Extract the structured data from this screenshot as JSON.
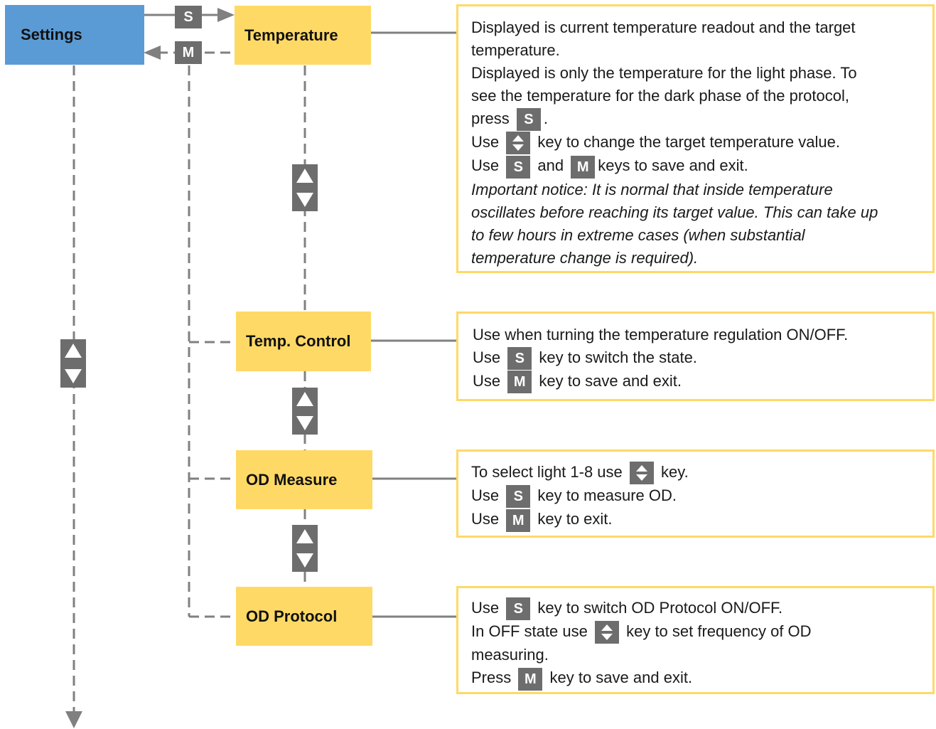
{
  "colors": {
    "settings_box": "#5b9bd5",
    "menu_box": "#ffd966",
    "key_bg": "#6d6d6d",
    "line": "#808080"
  },
  "flow": {
    "root": "Settings",
    "keys": {
      "s": "S",
      "m": "M"
    },
    "items": [
      "Temperature",
      "Temp. Control",
      "OD Measure",
      "OD Protocol"
    ]
  },
  "descriptions": {
    "temperature": {
      "l1": "Displayed is current temperature readout and the target",
      "l2": "temperature.",
      "l3": "Displayed is only the temperature for the light phase. To",
      "l4": "see the temperature for the dark phase of the protocol,",
      "l5": "press",
      "l5_end": ".",
      "l6a": "Use",
      "l6b": "key to change the target temperature value.",
      "l7a": "Use",
      "l7b": "and",
      "l7c": "keys to save and exit.",
      "n1": "Important notice: It is normal that inside temperature",
      "n2": "oscillates before reaching its target value. This can take up",
      "n3": "to few hours in extreme cases (when substantial",
      "n4": "temperature change is required)."
    },
    "temp_control": {
      "l1": "Use when turning the temperature regulation ON/OFF.",
      "l2a": "Use",
      "l2b": "key to switch the state.",
      "l3a": "Use",
      "l3b": "key to save and exit."
    },
    "od_measure": {
      "l1a": "To select light 1-8 use",
      "l1b": "key.",
      "l2a": "Use",
      "l2b": "key to measure OD.",
      "l3a": "Use",
      "l3b": "key to exit."
    },
    "od_protocol": {
      "l1a": "Use",
      "l1b": "key to switch OD Protocol ON/OFF.",
      "l2a": "In OFF state use",
      "l2b": "key to set frequency of OD",
      "l3": "measuring.",
      "l4a": "Press",
      "l4b": "key to save and exit."
    }
  }
}
